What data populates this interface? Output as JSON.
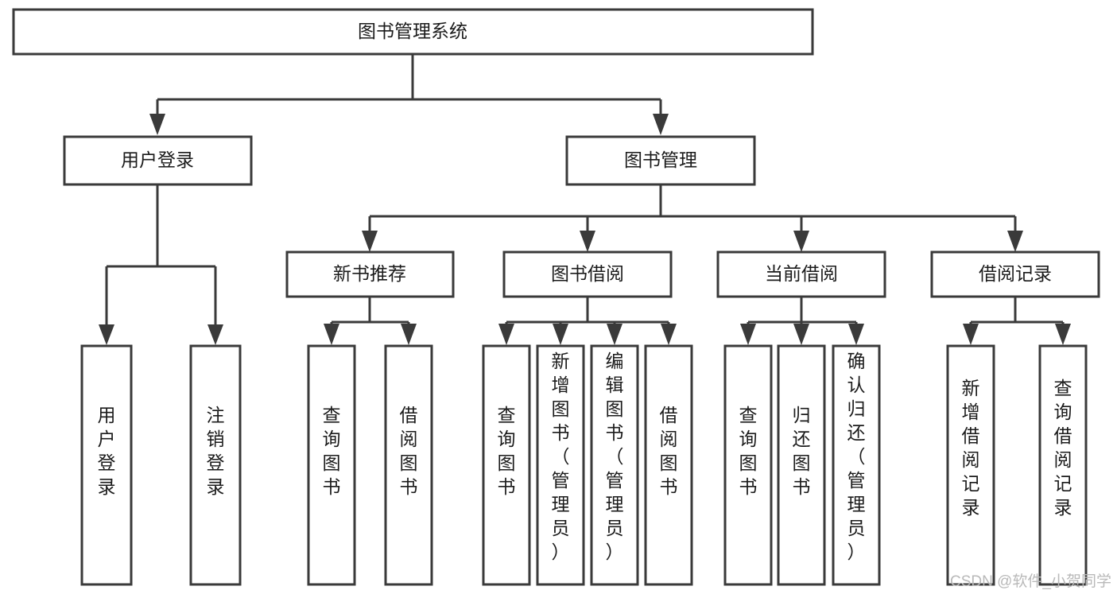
{
  "diagram": {
    "title": "图书管理系统",
    "type": "tree",
    "orientation": "top-down",
    "colors": {
      "box_stroke": "#3a3a3a",
      "box_fill": "#ffffff",
      "connector": "#3a3a3a",
      "text": "#1b1b1b",
      "watermark": "#b9b9b9",
      "background": "#ffffff"
    },
    "levels": [
      {
        "level": 1,
        "nodes": [
          {
            "id": "root",
            "label": "图书管理系统",
            "orientation": "horizontal"
          }
        ]
      },
      {
        "level": 2,
        "nodes": [
          {
            "id": "user-login",
            "label": "用户登录",
            "orientation": "horizontal",
            "parent": "root"
          },
          {
            "id": "book-manage",
            "label": "图书管理",
            "orientation": "horizontal",
            "parent": "root"
          }
        ]
      },
      {
        "level": 3,
        "nodes": [
          {
            "id": "new-book-rec",
            "label": "新书推荐",
            "orientation": "horizontal",
            "parent": "book-manage"
          },
          {
            "id": "book-borrow",
            "label": "图书借阅",
            "orientation": "horizontal",
            "parent": "book-manage"
          },
          {
            "id": "current-borrow",
            "label": "当前借阅",
            "orientation": "horizontal",
            "parent": "book-manage"
          },
          {
            "id": "borrow-record",
            "label": "借阅记录",
            "orientation": "horizontal",
            "parent": "book-manage"
          }
        ]
      },
      {
        "level": 4,
        "nodes": [
          {
            "id": "leaf-user-login",
            "label": "用户登录",
            "orientation": "vertical",
            "parent": "user-login"
          },
          {
            "id": "leaf-logout",
            "label": "注销登录",
            "orientation": "vertical",
            "parent": "user-login"
          },
          {
            "id": "leaf-query-book-1",
            "label": "查询图书",
            "orientation": "vertical",
            "parent": "new-book-rec"
          },
          {
            "id": "leaf-borrow-book-1",
            "label": "借阅图书",
            "orientation": "vertical",
            "parent": "new-book-rec"
          },
          {
            "id": "leaf-query-book-2",
            "label": "查询图书",
            "orientation": "vertical",
            "parent": "book-borrow"
          },
          {
            "id": "leaf-add-book",
            "label": "新增图书（管理员）",
            "orientation": "vertical",
            "parent": "book-borrow"
          },
          {
            "id": "leaf-edit-book",
            "label": "编辑图书（管理员）",
            "orientation": "vertical",
            "parent": "book-borrow"
          },
          {
            "id": "leaf-borrow-book-2",
            "label": "借阅图书",
            "orientation": "vertical",
            "parent": "book-borrow"
          },
          {
            "id": "leaf-query-book-3",
            "label": "查询图书",
            "orientation": "vertical",
            "parent": "current-borrow"
          },
          {
            "id": "leaf-return-book",
            "label": "归还图书",
            "orientation": "vertical",
            "parent": "current-borrow"
          },
          {
            "id": "leaf-confirm-return",
            "label": "确认归还（管理员）",
            "orientation": "vertical",
            "parent": "current-borrow"
          },
          {
            "id": "leaf-add-record",
            "label": "新增借阅记录",
            "orientation": "vertical",
            "parent": "borrow-record"
          },
          {
            "id": "leaf-query-record",
            "label": "查询借阅记录",
            "orientation": "vertical",
            "parent": "borrow-record"
          }
        ]
      }
    ]
  },
  "watermark": {
    "text": "CSDN @软件_小贺同学"
  }
}
